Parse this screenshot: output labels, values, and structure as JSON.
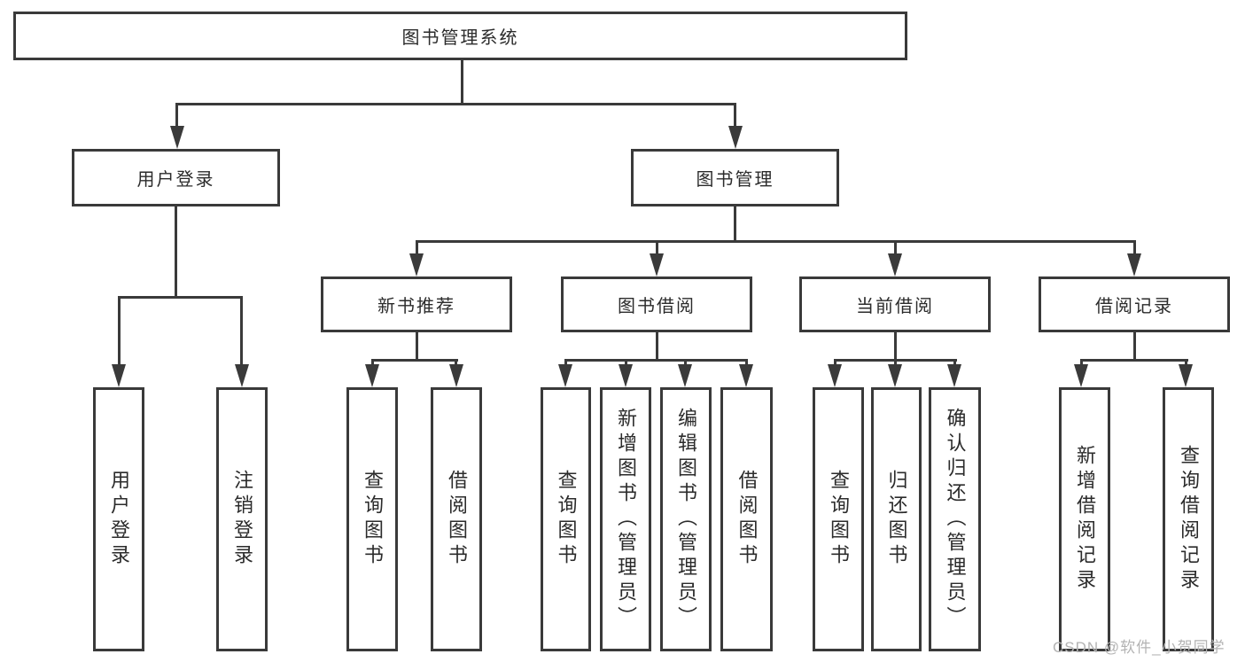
{
  "watermark": {
    "text": "CSDN @软件_小贺同学"
  },
  "colors": {
    "line": "#3a3a3a",
    "text": "#2b2b2b",
    "background": "#ffffff",
    "watermark": "#b3b3b3"
  },
  "tree": {
    "label": "图书管理系统",
    "children": [
      {
        "label": "用户登录",
        "children": [
          {
            "label": "用户登录"
          },
          {
            "label": "注销登录"
          }
        ]
      },
      {
        "label": "图书管理",
        "children": [
          {
            "label": "新书推荐",
            "children": [
              {
                "label": "查询图书"
              },
              {
                "label": "借阅图书"
              }
            ]
          },
          {
            "label": "图书借阅",
            "children": [
              {
                "label": "查询图书"
              },
              {
                "label": "新增图书（管理员）"
              },
              {
                "label": "编辑图书（管理员）"
              },
              {
                "label": "借阅图书"
              }
            ]
          },
          {
            "label": "当前借阅",
            "children": [
              {
                "label": "查询图书"
              },
              {
                "label": "归还图书"
              },
              {
                "label": "确认归还（管理员）"
              }
            ]
          },
          {
            "label": "借阅记录",
            "children": [
              {
                "label": "新增借阅记录"
              },
              {
                "label": "查询借阅记录"
              }
            ]
          }
        ]
      }
    ]
  }
}
